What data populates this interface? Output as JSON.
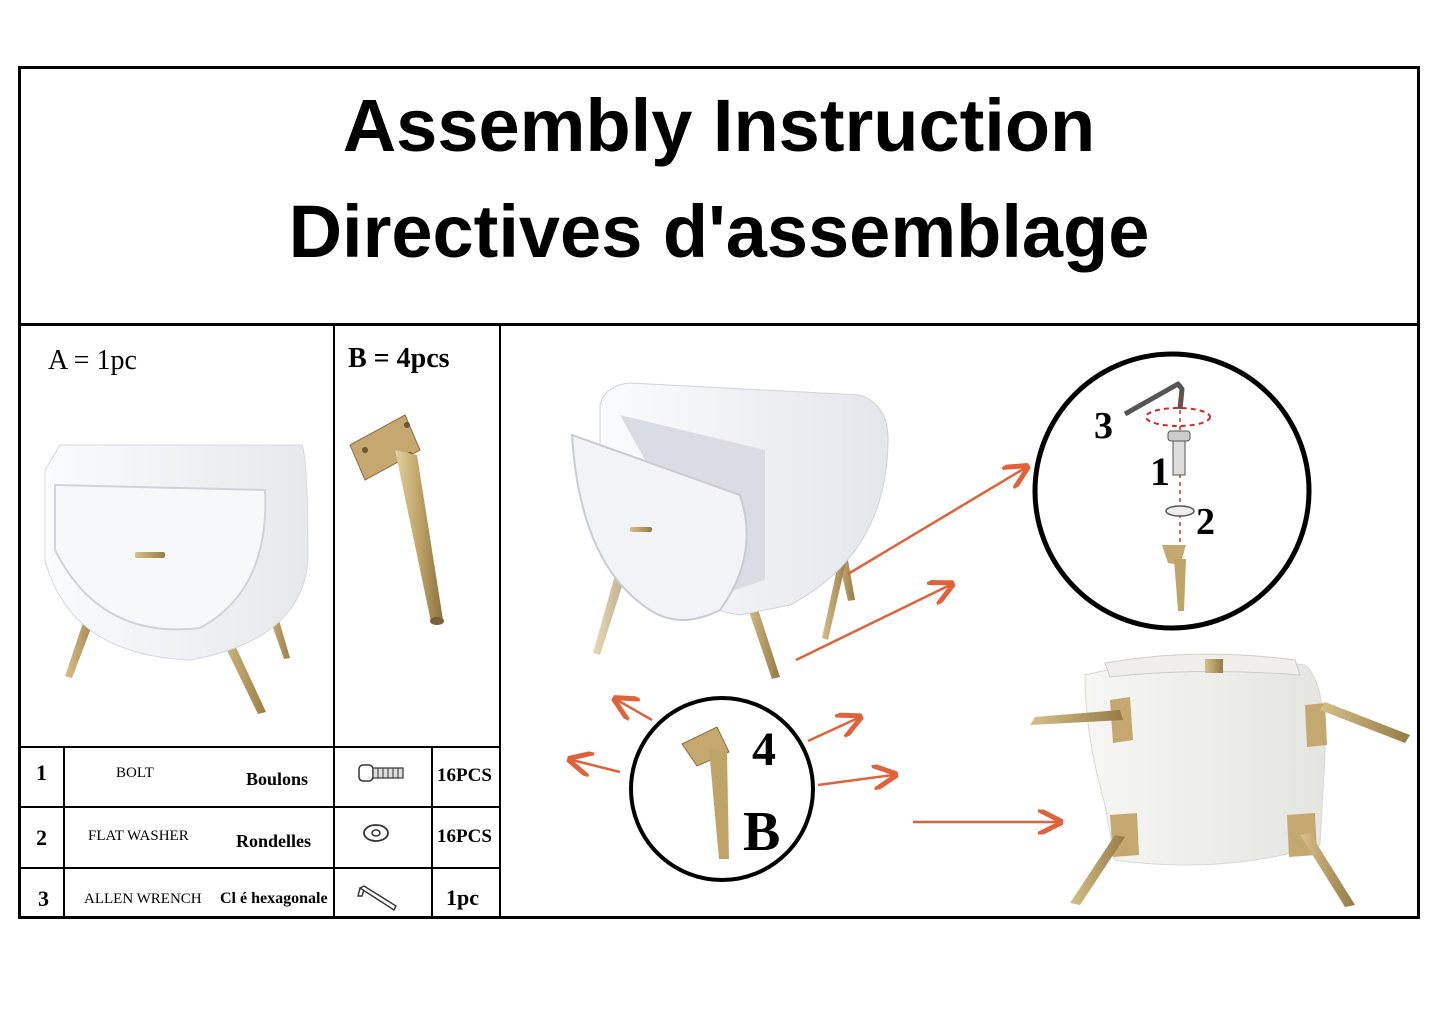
{
  "title": {
    "line1": "Assembly Instruction",
    "line2": "Directives d'assemblage"
  },
  "parts": {
    "a_label": "A = 1pc",
    "b_label": "B = 4pcs"
  },
  "hardware": [
    {
      "no": "1",
      "en": "BOLT",
      "fr": "Boulons",
      "icon": "bolt-icon",
      "qty": "16PCS"
    },
    {
      "no": "2",
      "en": "FLAT WASHER",
      "fr": "Rondelles",
      "icon": "washer-icon",
      "qty": "16PCS"
    },
    {
      "no": "3",
      "en": "ALLEN WRENCH",
      "fr": "Cl é  hexagonale",
      "icon": "allen-wrench-icon",
      "qty": "1pc"
    }
  ],
  "detail": {
    "step3": "3",
    "step1": "1",
    "step2": "2"
  },
  "callout": {
    "count": "4",
    "part": "B"
  },
  "colors": {
    "arrow": "#e0623a",
    "gold": "#b89a62",
    "white_furniture": "#f4f5f7",
    "dashed": "#d12a2a"
  }
}
